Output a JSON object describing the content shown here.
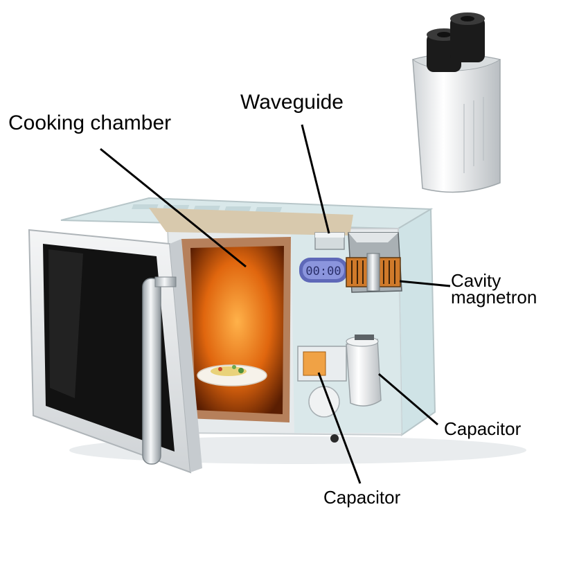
{
  "labels": {
    "cooking_chamber": "Cooking chamber",
    "waveguide": "Waveguide",
    "cavity_line1": "Cavity",
    "cavity_line2": "magnetron",
    "capacitor_right": "Capacitor",
    "capacitor_bottom": "Capacitor"
  },
  "display": {
    "time": "00:00"
  },
  "colors": {
    "chamber_glow": "#e0660e",
    "chassis": "#e8ecee",
    "glass": "#cfe3e6",
    "door_glass": "#121212",
    "display_accent": "#7a86d6"
  }
}
